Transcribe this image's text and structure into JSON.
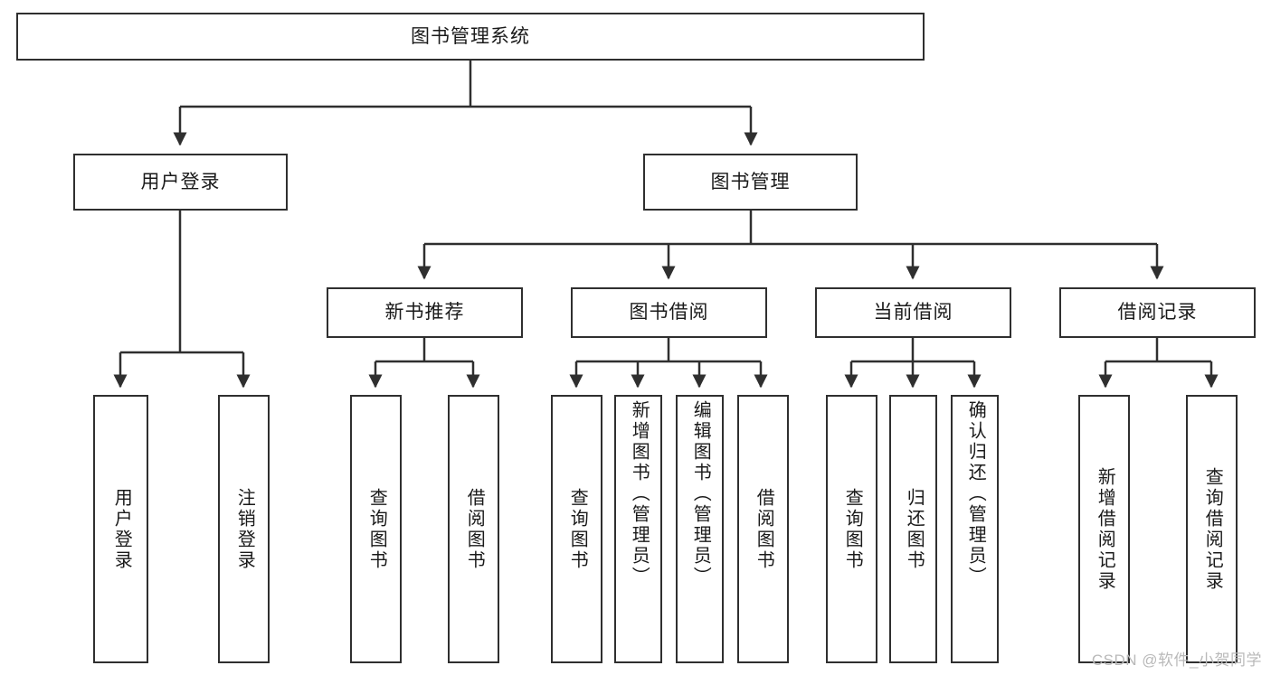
{
  "diagram": {
    "title": "图书管理系统",
    "type": "tree",
    "orientation": "top-down",
    "colors": {
      "stroke": "#2f2f2f",
      "fill": "#ffffff",
      "text": "#1a1a1a",
      "watermark": "#b9b9b9"
    },
    "root": {
      "label": "图书管理系统"
    },
    "level2": [
      {
        "label": "用户登录"
      },
      {
        "label": "图书管理"
      }
    ],
    "level3": [
      {
        "label": "新书推荐"
      },
      {
        "label": "图书借阅"
      },
      {
        "label": "当前借阅"
      },
      {
        "label": "借阅记录"
      }
    ],
    "leaves": {
      "user_login": [
        {
          "label": "用户登录"
        },
        {
          "label": "注销登录"
        }
      ],
      "new_book_recommend": [
        {
          "label": "查询图书"
        },
        {
          "label": "借阅图书"
        }
      ],
      "book_borrow": [
        {
          "label": "查询图书"
        },
        {
          "label": "新增图书（管理员）"
        },
        {
          "label": "编辑图书（管理员）"
        },
        {
          "label": "借阅图书"
        }
      ],
      "current_borrow": [
        {
          "label": "查询图书"
        },
        {
          "label": "归还图书"
        },
        {
          "label": "确认归还（管理员）"
        }
      ],
      "borrow_record": [
        {
          "label": "新增借阅记录"
        },
        {
          "label": "查询借阅记录"
        }
      ]
    }
  },
  "watermark": {
    "text": "CSDN @软件_小贺同学"
  }
}
